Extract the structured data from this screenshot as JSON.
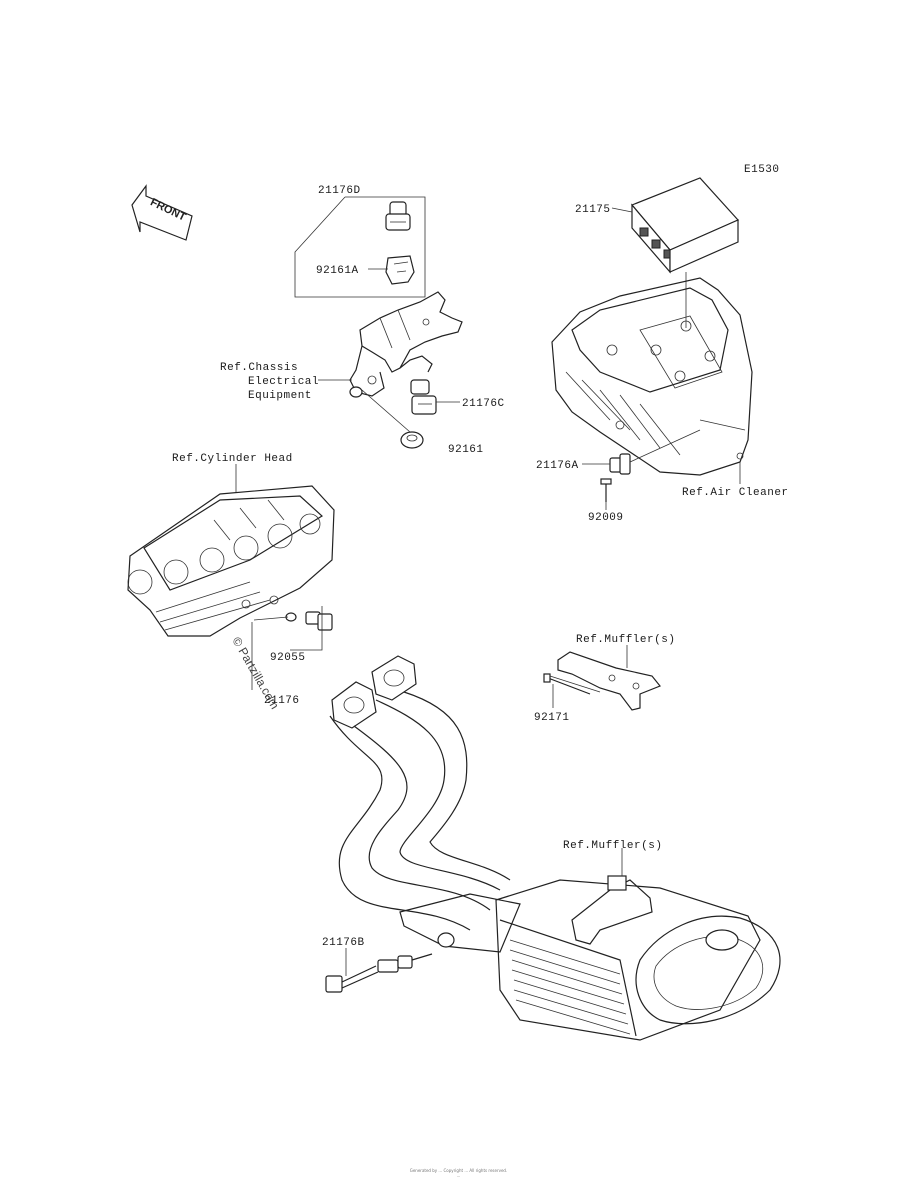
{
  "diagram_code": "E1530",
  "front_label": "FRONT",
  "watermark": "© Partzilla.com",
  "labels": {
    "p21176D": "21176D",
    "p92161A": "92161A",
    "ref_chassis_1": "Ref.Chassis",
    "ref_chassis_2": "Electrical",
    "ref_chassis_3": "Equipment",
    "p21176C": "21176C",
    "p92161": "92161",
    "p21175": "21175",
    "p21176A": "21176A",
    "ref_air_cleaner": "Ref.Air Cleaner",
    "p92009": "92009",
    "ref_cylinder_head": "Ref.Cylinder Head",
    "p92055": "92055",
    "p21176": "21176",
    "ref_mufflers_1": "Ref.Muffler(s)",
    "p92171": "92171",
    "ref_mufflers_2": "Ref.Muffler(s)",
    "p21176B": "21176B"
  },
  "footer": {
    "line1": "Generated by ... Copyright ... All rights reserved.",
    "line2": "..."
  }
}
